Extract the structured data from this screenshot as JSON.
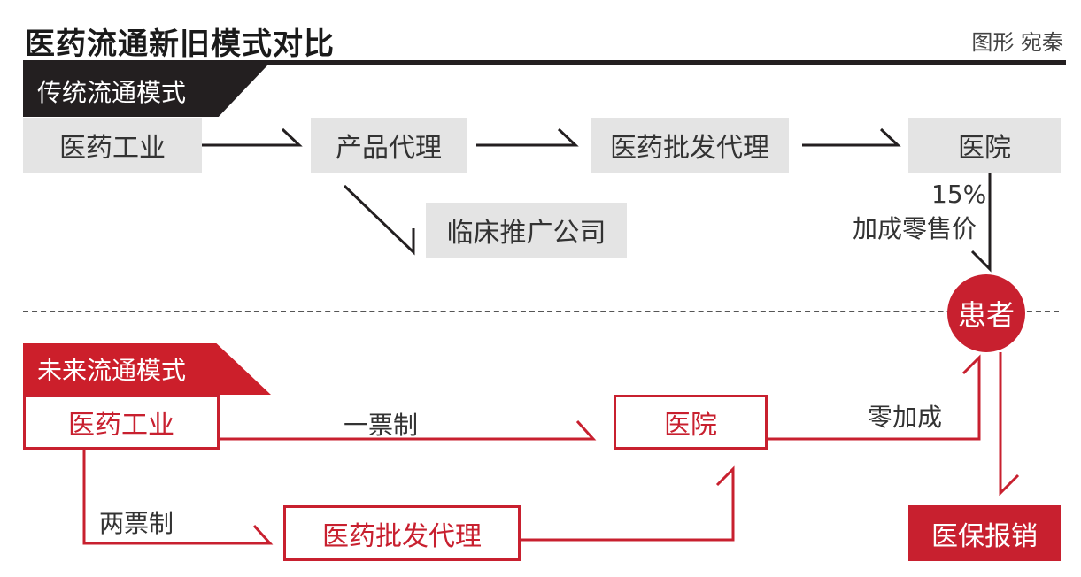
{
  "header": {
    "title": "医药流通新旧模式对比",
    "credit": "图形 宛秦"
  },
  "old_model": {
    "label": "传统流通模式",
    "nodes": {
      "manufacturer": "医药工业",
      "product_agent": "产品代理",
      "wholesale_agent": "医药批发代理",
      "hospital": "医院",
      "clinical_promo": "临床推广公司"
    },
    "markup_line1": "15%",
    "markup_line2": "加成零售价"
  },
  "patient": "患者",
  "new_model": {
    "label": "未来流通模式",
    "nodes": {
      "manufacturer": "医药工业",
      "hospital": "医院",
      "wholesale_agent": "医药批发代理",
      "insurance": "医保报销"
    },
    "one_invoice": "一票制",
    "two_invoice": "两票制",
    "zero_markup": "零加成"
  },
  "colors": {
    "dark": "#231f20",
    "red": "#c8202f",
    "gray_box": "#e4e4e4"
  }
}
